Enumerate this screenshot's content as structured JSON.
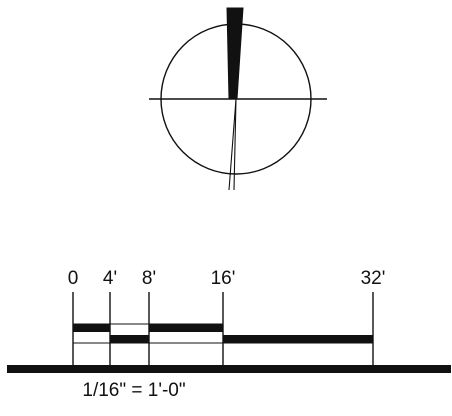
{
  "north_arrow": {
    "icon": "north-arrow-icon"
  },
  "scale_bar": {
    "icon": "graphic-scale-bar",
    "tick_labels": [
      "0",
      "4'",
      "8'",
      "16'",
      "32'"
    ],
    "scale_text": "1/16\" = 1'-0\""
  },
  "colors": {
    "ink": "#111111",
    "background": "#ffffff"
  }
}
